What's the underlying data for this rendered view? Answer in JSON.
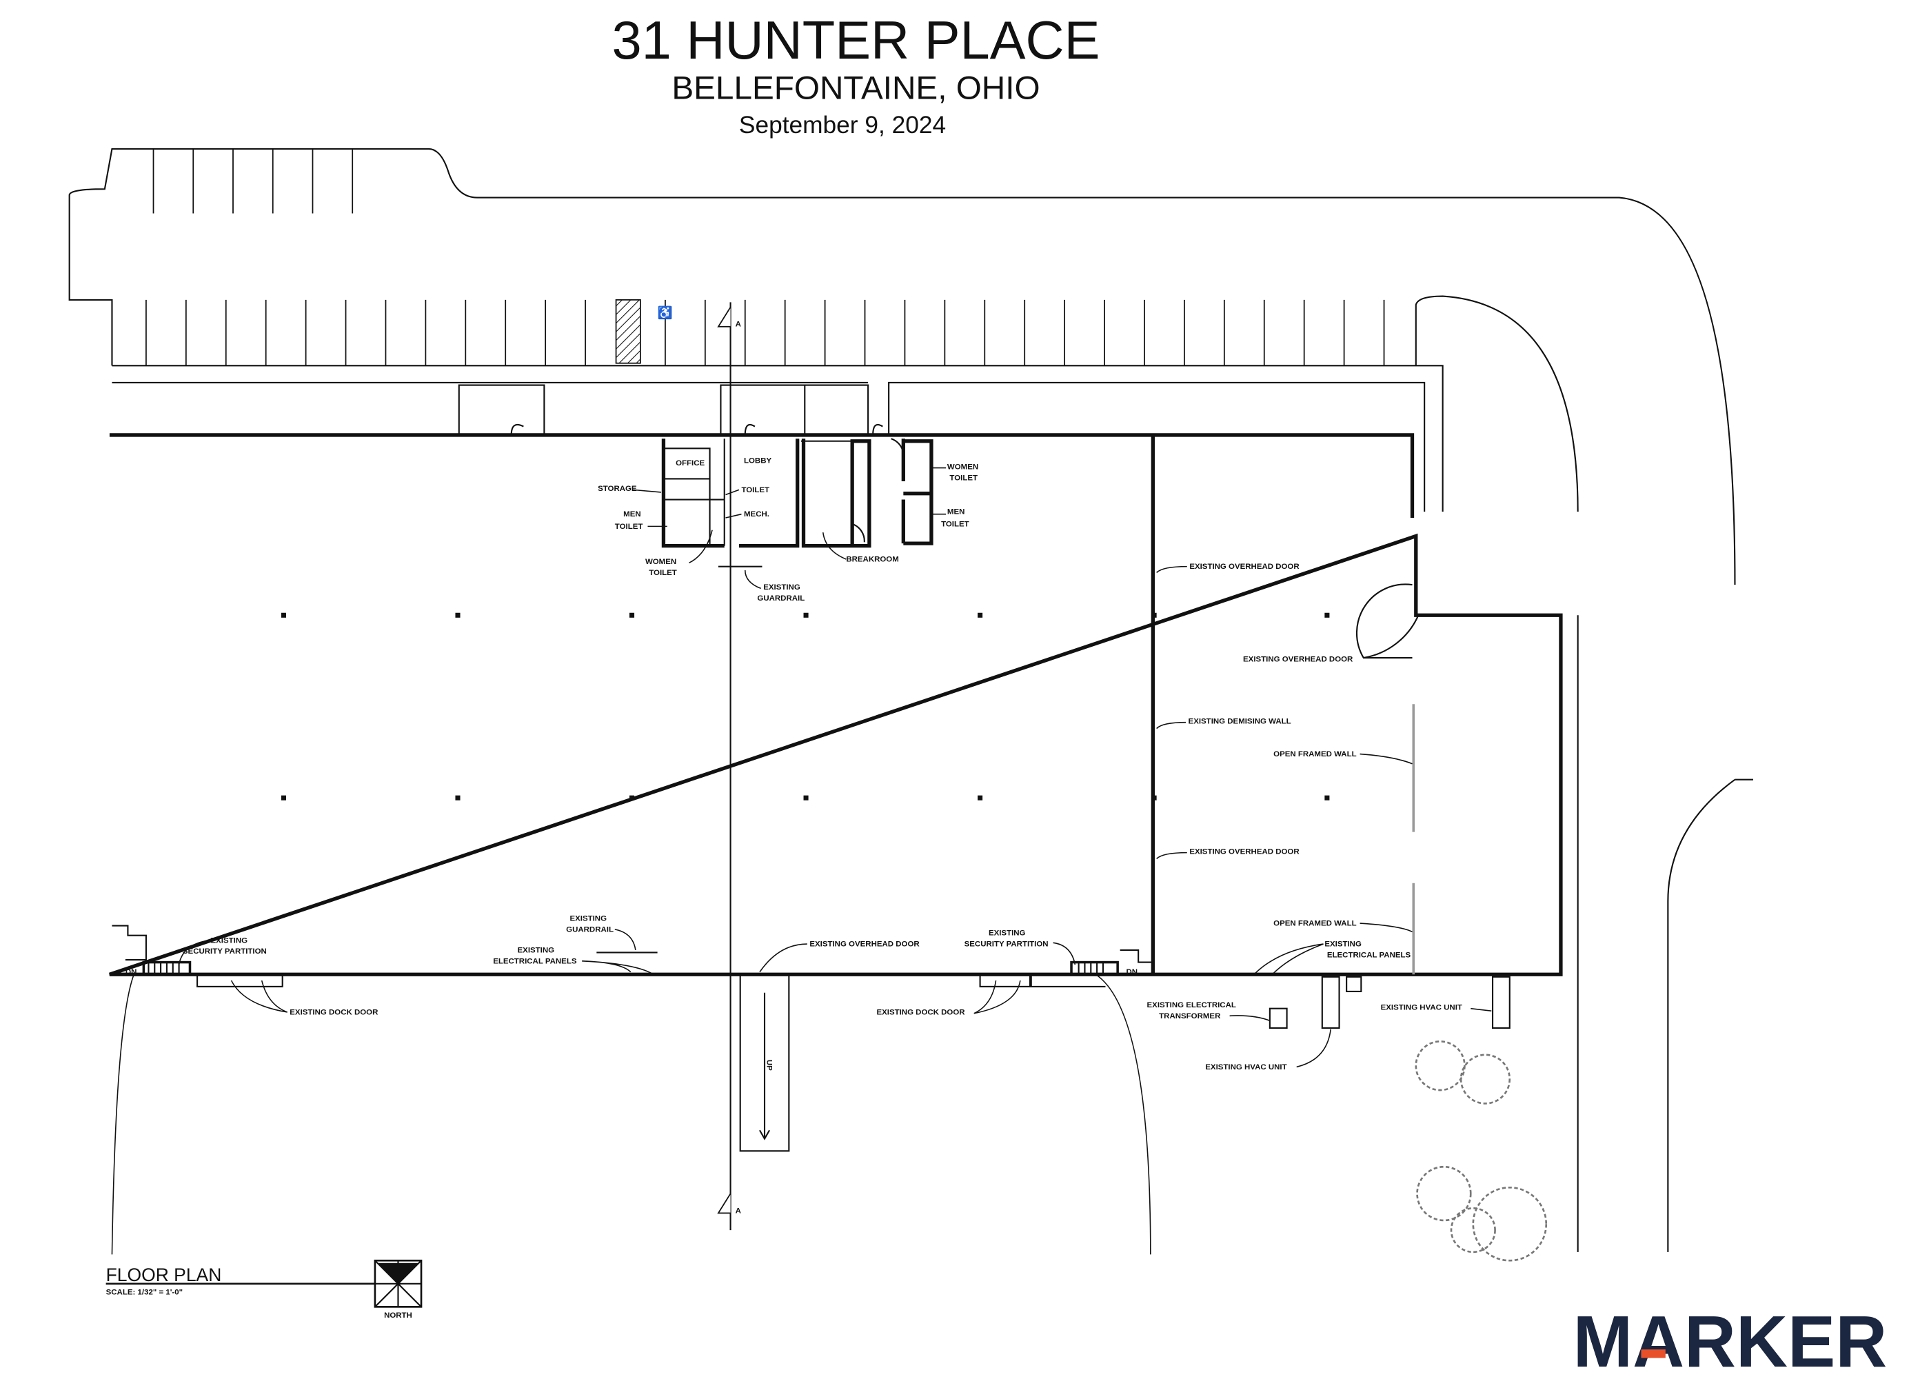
{
  "header": {
    "title": "31 HUNTER PLACE",
    "city": "BELLEFONTAINE, OHIO",
    "date": "September 9, 2024"
  },
  "rooms": {
    "office": "OFFICE",
    "lobby": "LOBBY",
    "storage": "STORAGE",
    "toilet": "TOILET",
    "mech": "MECH.",
    "men_toilet_left": [
      "MEN",
      "TOILET"
    ],
    "women_toilet_left": [
      "WOMEN",
      "TOILET"
    ],
    "women_toilet_right": [
      "WOMEN",
      "TOILET"
    ],
    "men_toilet_right": [
      "MEN",
      "TOILET"
    ],
    "breakroom": "BREAKROOM"
  },
  "annotations": {
    "guardrail_top": [
      "EXISTING",
      "GUARDRAIL"
    ],
    "overhead_door_1": "EXISTING OVERHEAD DOOR",
    "overhead_door_2": "EXISTING OVERHEAD DOOR",
    "demising_wall": "EXISTING DEMISING WALL",
    "open_framed_wall_1": "OPEN FRAMED WALL",
    "overhead_door_3": "EXISTING OVERHEAD DOOR",
    "open_framed_wall_2": "OPEN FRAMED WALL",
    "security_partition_left": [
      "EXISTING",
      "SECURITY PARTITION"
    ],
    "dock_door_left": "EXISTING DOCK DOOR",
    "guardrail_bottom": [
      "EXISTING",
      "GUARDRAIL"
    ],
    "electrical_panels_left": [
      "EXISTING",
      "ELECTRICAL PANELS"
    ],
    "overhead_door_bottom": "EXISTING OVERHEAD DOOR",
    "security_partition_right": [
      "EXISTING",
      "SECURITY PARTITION"
    ],
    "dock_door_right": "EXISTING DOCK DOOR",
    "electrical_panels_right": [
      "EXISTING",
      "ELECTRICAL PANELS"
    ],
    "transformer": [
      "EXISTING ELECTRICAL",
      "TRANSFORMER"
    ],
    "hvac_unit_1": "EXISTING HVAC UNIT",
    "hvac_unit_2": "EXISTING HVAC UNIT",
    "ramp_label": "UP",
    "section_marker": "A",
    "dn_left": "DN",
    "dn_right": "DN"
  },
  "footer": {
    "plan_title": "FLOOR PLAN",
    "scale": "SCALE: 1/32\" = 1'-0\"",
    "north": "NORTH"
  },
  "logo": {
    "text": "MARKER",
    "color": "#1b2640",
    "accent": "#e8502a"
  }
}
